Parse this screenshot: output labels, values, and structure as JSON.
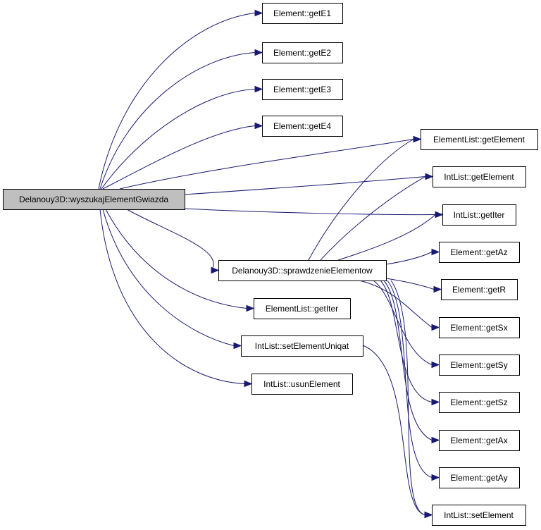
{
  "nodes": [
    {
      "id": "root",
      "label": "Delanouy3D::wyszukajElementGwiazda",
      "highlight": true
    },
    {
      "id": "getE1",
      "label": "Element::getE1",
      "highlight": false
    },
    {
      "id": "getE2",
      "label": "Element::getE2",
      "highlight": false
    },
    {
      "id": "getE3",
      "label": "Element::getE3",
      "highlight": false
    },
    {
      "id": "getE4",
      "label": "Element::getE4",
      "highlight": false
    },
    {
      "id": "elGetElement",
      "label": "ElementList::getElement",
      "highlight": false
    },
    {
      "id": "ilGetElement",
      "label": "IntList::getElement",
      "highlight": false
    },
    {
      "id": "ilGetIter",
      "label": "IntList::getIter",
      "highlight": false
    },
    {
      "id": "sprawdzenie",
      "label": "Delanouy3D::sprawdzenieElementow",
      "highlight": false
    },
    {
      "id": "getAz",
      "label": "Element::getAz",
      "highlight": false
    },
    {
      "id": "getR",
      "label": "Element::getR",
      "highlight": false
    },
    {
      "id": "elGetIter",
      "label": "ElementList::getIter",
      "highlight": false
    },
    {
      "id": "getSx",
      "label": "Element::getSx",
      "highlight": false
    },
    {
      "id": "setElementUniqat",
      "label": "IntList::setElementUniqat",
      "highlight": false
    },
    {
      "id": "getSy",
      "label": "Element::getSy",
      "highlight": false
    },
    {
      "id": "usunElement",
      "label": "IntList::usunElement",
      "highlight": false
    },
    {
      "id": "getSz",
      "label": "Element::getSz",
      "highlight": false
    },
    {
      "id": "getAx",
      "label": "Element::getAx",
      "highlight": false
    },
    {
      "id": "getAy",
      "label": "Element::getAy",
      "highlight": false
    },
    {
      "id": "ilSetElement",
      "label": "IntList::setElement",
      "highlight": false
    }
  ],
  "edges": [
    {
      "from": "root",
      "to": "getE1"
    },
    {
      "from": "root",
      "to": "getE2"
    },
    {
      "from": "root",
      "to": "getE3"
    },
    {
      "from": "root",
      "to": "getE4"
    },
    {
      "from": "root",
      "to": "elGetElement"
    },
    {
      "from": "root",
      "to": "ilGetElement"
    },
    {
      "from": "root",
      "to": "ilGetIter"
    },
    {
      "from": "root",
      "to": "sprawdzenie"
    },
    {
      "from": "root",
      "to": "elGetIter"
    },
    {
      "from": "root",
      "to": "setElementUniqat"
    },
    {
      "from": "root",
      "to": "usunElement"
    },
    {
      "from": "sprawdzenie",
      "to": "elGetElement"
    },
    {
      "from": "sprawdzenie",
      "to": "ilGetElement"
    },
    {
      "from": "sprawdzenie",
      "to": "ilGetIter"
    },
    {
      "from": "sprawdzenie",
      "to": "getAz"
    },
    {
      "from": "sprawdzenie",
      "to": "getR"
    },
    {
      "from": "sprawdzenie",
      "to": "getSx"
    },
    {
      "from": "sprawdzenie",
      "to": "getSy"
    },
    {
      "from": "sprawdzenie",
      "to": "getSz"
    },
    {
      "from": "sprawdzenie",
      "to": "getAx"
    },
    {
      "from": "sprawdzenie",
      "to": "getAy"
    },
    {
      "from": "sprawdzenie",
      "to": "ilSetElement"
    },
    {
      "from": "setElementUniqat",
      "to": "ilSetElement"
    }
  ],
  "colors": {
    "edge": "#191970",
    "node_fill": "#ffffff",
    "node_highlight_fill": "#bfbfbf",
    "node_border": "#000000",
    "background": "#ffffff"
  }
}
